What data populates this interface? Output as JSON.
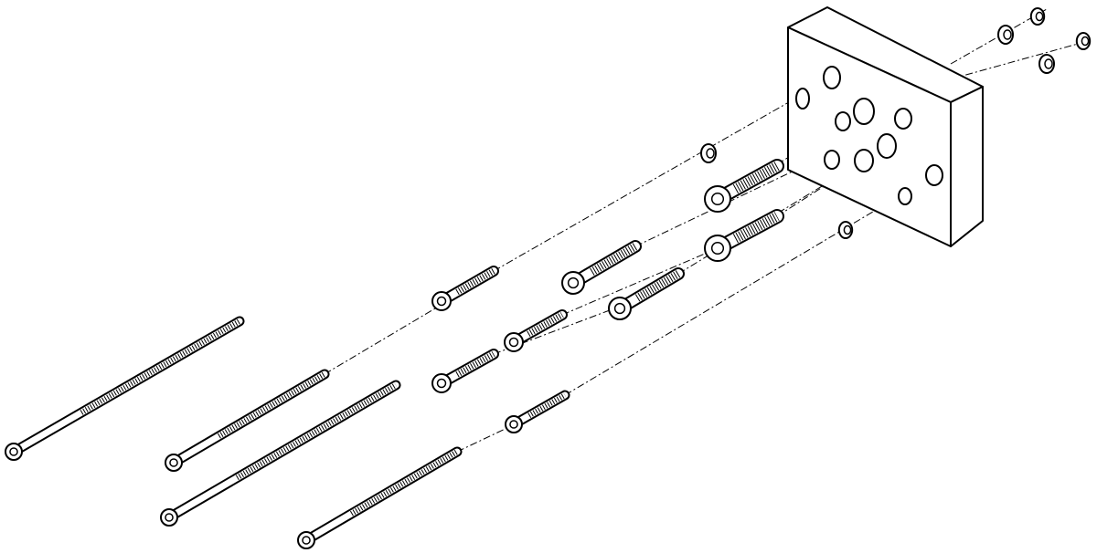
{
  "drawing": {
    "subject": "exploded-view-mounting-kit",
    "colors": {
      "line": "#000000",
      "background": "#ffffff",
      "fill": "#ffffff"
    },
    "counts": {
      "screws": 12,
      "washers": 6,
      "plates": 1
    }
  }
}
